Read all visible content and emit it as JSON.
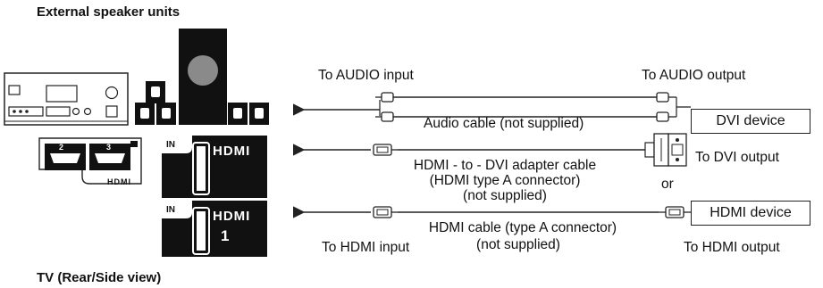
{
  "labels": {
    "speaker_units": "External speaker units",
    "tv_view": "TV (Rear/Side view)",
    "to_audio_input": "To AUDIO input",
    "to_audio_output": "To AUDIO output",
    "audio_cable": "Audio cable (not supplied)",
    "dvi_device": "DVI device",
    "adapter_line1": "HDMI - to - DVI adapter cable",
    "adapter_line2": "(HDMI type A connector)",
    "adapter_line3": "(not supplied)",
    "to_dvi_output": "To DVI output",
    "or": "or",
    "hdmi_device": "HDMI device",
    "hdmi_cable_line1": "HDMI cable (type A connector)",
    "hdmi_cable_line2": "(not supplied)",
    "to_hdmi_input": "To HDMI input",
    "to_hdmi_output": "To HDMI output"
  },
  "tv_panel": {
    "port_2": "2",
    "port_3": "3",
    "port_logo": "HDMI",
    "in_tag": "IN",
    "hdmi_logo": "HDMI",
    "port_1": "1"
  },
  "colors": {
    "panel_black": "#111111",
    "woofer_gray": "#8a8a8a",
    "line": "#222222"
  }
}
